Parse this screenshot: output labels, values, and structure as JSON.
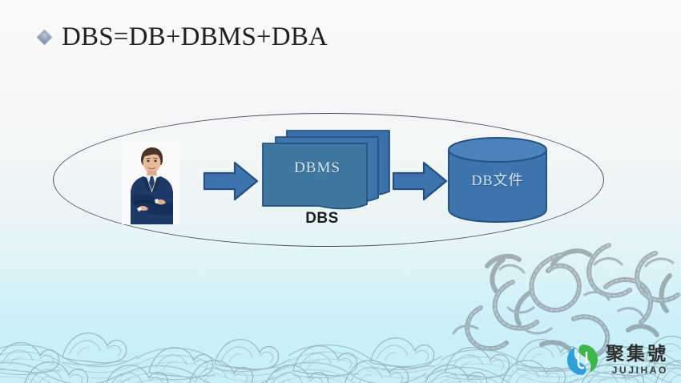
{
  "slide": {
    "title": "DBS=DB+DBMS+DBA",
    "bullet_icon": "diamond-bullet-icon",
    "background": {
      "top_color": "#fbfafa",
      "bottom_color": "#c6eff8"
    }
  },
  "diagram": {
    "name": "dbs-architecture-diagram",
    "ellipse": {
      "stroke_color": "#4a4a63"
    },
    "nodes": [
      {
        "id": "user",
        "type": "photo",
        "icon": "businessman-photo",
        "label": "",
        "description": "man in navy suit with arms crossed"
      },
      {
        "id": "dbms",
        "type": "document-stack",
        "label": "DBMS",
        "caption": "DBS",
        "layers": 3,
        "fill_color": "#3d74ad",
        "stroke_color": "#2a5584",
        "text_color": "#d8e6f3"
      },
      {
        "id": "db-file",
        "type": "cylinder",
        "label": "DB文件",
        "fill_color": "#3d74ad",
        "top_color": "#4c83bc",
        "stroke_color": "#2a5584",
        "text_color": "#d7e7f4"
      }
    ],
    "arrows": [
      {
        "id": "arrow-user-to-dbms",
        "icon": "right-arrow-icon",
        "from": "user",
        "to": "dbms",
        "fill_color": "#3d74ad"
      },
      {
        "id": "arrow-dbms-to-db",
        "icon": "right-arrow-icon",
        "from": "dbms",
        "to": "db-file",
        "fill_color": "#3d74ad"
      }
    ]
  },
  "watermark": {
    "logo_icon": "jujihao-circle-logo",
    "chinese": "聚集號",
    "pinyin": "JUJIHAO",
    "green": "#3cb54a",
    "blue": "#2e9fd8"
  },
  "decoration": {
    "wave_pattern": "chinese-sea-wave-pattern",
    "coral_pattern": "chinese-coral-dragon-pattern",
    "stroke_color": "#8fa6ae"
  }
}
